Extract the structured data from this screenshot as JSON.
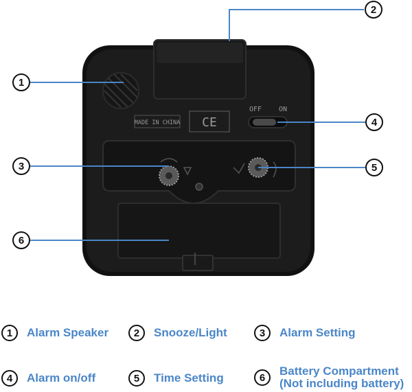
{
  "device_markings": {
    "made_in": "MADE IN CHINA",
    "ce_mark": "CE",
    "switch_off": "OFF",
    "switch_on": "ON"
  },
  "callouts": [
    {
      "number": "1",
      "label": "Alarm Speaker",
      "label_line2": ""
    },
    {
      "number": "2",
      "label": "Snooze/Light",
      "label_line2": ""
    },
    {
      "number": "3",
      "label": "Alarm Setting",
      "label_line2": ""
    },
    {
      "number": "4",
      "label": "Alarm on/off",
      "label_line2": ""
    },
    {
      "number": "5",
      "label": "Time Setting",
      "label_line2": ""
    },
    {
      "number": "6",
      "label": "Battery Compartment",
      "label_line2": "(Not including battery)"
    }
  ],
  "colors": {
    "leader_line": "#4a86c8",
    "label_text": "#4a86c8",
    "device_body": "#161616"
  }
}
